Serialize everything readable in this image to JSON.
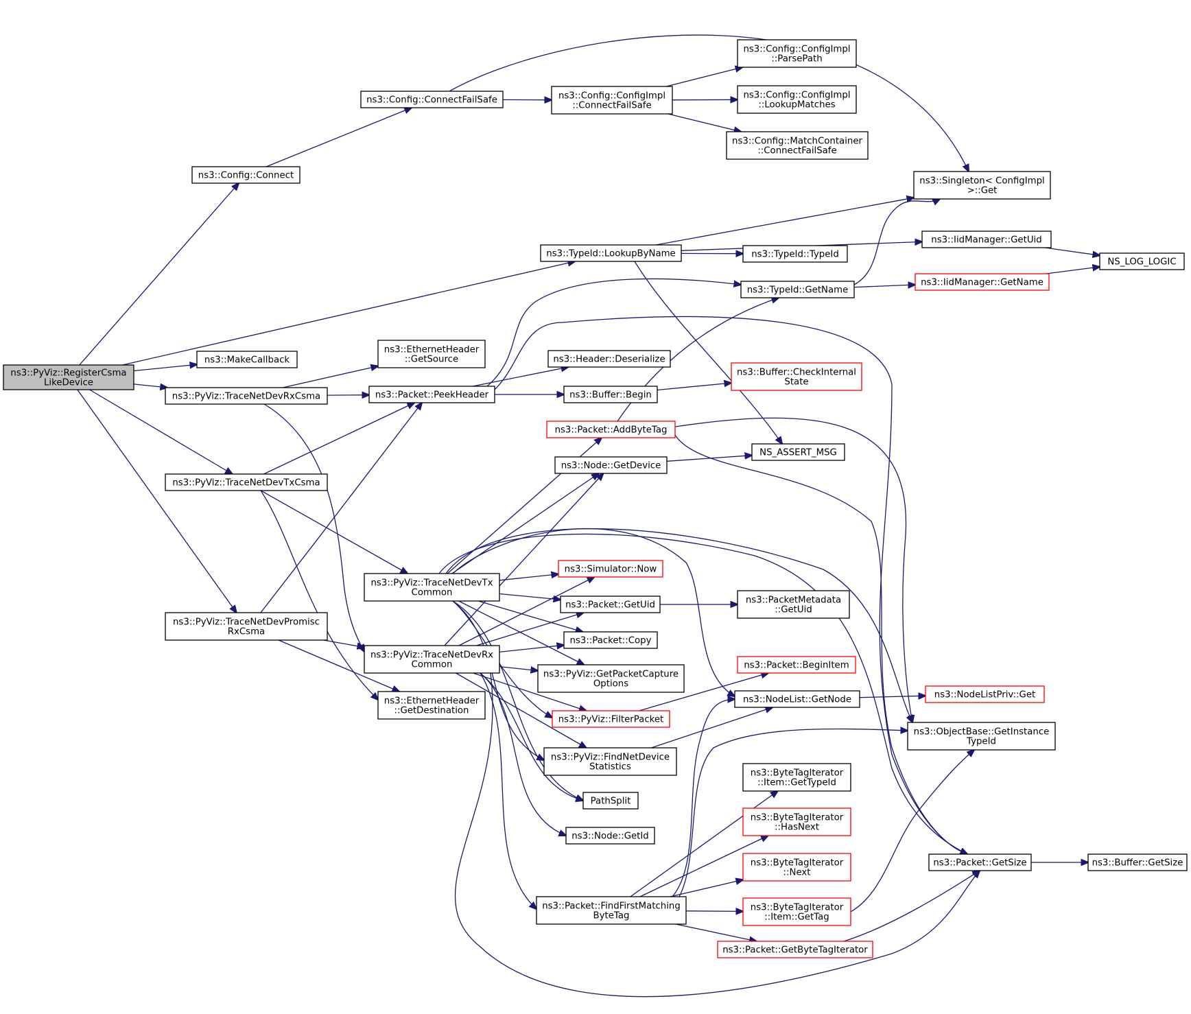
{
  "colors": {
    "edge": "#191970",
    "node_border": "#000000",
    "node_border_truncated": "#ff0000",
    "root_fill": "#bfbfbf"
  },
  "nodes": [
    {
      "id": "n0",
      "lines": [
        "ns3::PyViz::RegisterCsma",
        "LikeDevice"
      ],
      "root": true
    },
    {
      "id": "n1",
      "lines": [
        "ns3::Config::Connect"
      ]
    },
    {
      "id": "n2",
      "lines": [
        "ns3::Config::ConnectFailSafe"
      ]
    },
    {
      "id": "n3",
      "lines": [
        "ns3::Config::ConfigImpl",
        "::ConnectFailSafe"
      ]
    },
    {
      "id": "n4",
      "lines": [
        "ns3::Config::ConfigImpl",
        "::ParsePath"
      ]
    },
    {
      "id": "n5",
      "lines": [
        "ns3::Config::ConfigImpl",
        "::LookupMatches"
      ]
    },
    {
      "id": "n6",
      "lines": [
        "ns3::Config::MatchContainer",
        "::ConnectFailSafe"
      ]
    },
    {
      "id": "n7",
      "lines": [
        "ns3::Singleton< ConfigImpl",
        " >::Get"
      ]
    },
    {
      "id": "n8",
      "lines": [
        "ns3::TypeId::LookupByName"
      ]
    },
    {
      "id": "n9",
      "lines": [
        "ns3::IidManager::GetUid"
      ]
    },
    {
      "id": "n10",
      "lines": [
        "ns3::TypeId::TypeId"
      ]
    },
    {
      "id": "n11",
      "lines": [
        "NS_LOG_LOGIC"
      ]
    },
    {
      "id": "n12",
      "lines": [
        "ns3::TypeId::GetName"
      ]
    },
    {
      "id": "n13",
      "lines": [
        "ns3::IidManager::GetName"
      ],
      "red": true
    },
    {
      "id": "n14",
      "lines": [
        "ns3::MakeCallback"
      ]
    },
    {
      "id": "n15",
      "lines": [
        "ns3::EthernetHeader",
        "::GetSource"
      ]
    },
    {
      "id": "n16",
      "lines": [
        "ns3::Header::Deserialize"
      ]
    },
    {
      "id": "n17",
      "lines": [
        "ns3::PyViz::TraceNetDevRxCsma"
      ]
    },
    {
      "id": "n18",
      "lines": [
        "ns3::Packet::PeekHeader"
      ]
    },
    {
      "id": "n19",
      "lines": [
        "ns3::Buffer::Begin"
      ]
    },
    {
      "id": "n20",
      "lines": [
        "ns3::Buffer::CheckInternal",
        "State"
      ],
      "red": true
    },
    {
      "id": "n21",
      "lines": [
        "ns3::Packet::AddByteTag"
      ],
      "red": true
    },
    {
      "id": "n22",
      "lines": [
        "ns3::PyViz::TraceNetDevTxCsma"
      ]
    },
    {
      "id": "n23",
      "lines": [
        "ns3::Node::GetDevice"
      ]
    },
    {
      "id": "n24",
      "lines": [
        "NS_ASSERT_MSG"
      ]
    },
    {
      "id": "n25",
      "lines": [
        "ns3::PyViz::TraceNetDevTx",
        "Common"
      ]
    },
    {
      "id": "n26",
      "lines": [
        "ns3::Simulator::Now"
      ],
      "red": true
    },
    {
      "id": "n27",
      "lines": [
        "ns3::Packet::GetUid"
      ]
    },
    {
      "id": "n28",
      "lines": [
        "ns3::PacketMetadata",
        "::GetUid"
      ]
    },
    {
      "id": "n29",
      "lines": [
        "ns3::PyViz::TraceNetDevPromisc",
        "RxCsma"
      ]
    },
    {
      "id": "n30",
      "lines": [
        "ns3::Packet::Copy"
      ]
    },
    {
      "id": "n31",
      "lines": [
        "ns3::PyViz::TraceNetDevRx",
        "Common"
      ]
    },
    {
      "id": "n32",
      "lines": [
        "ns3::PyViz::GetPacketCapture",
        "Options"
      ]
    },
    {
      "id": "n33",
      "lines": [
        "ns3::Packet::BeginItem"
      ],
      "red": true
    },
    {
      "id": "n34",
      "lines": [
        "ns3::EthernetHeader",
        "::GetDestination"
      ]
    },
    {
      "id": "n35",
      "lines": [
        "ns3::NodeList::GetNode"
      ]
    },
    {
      "id": "n36",
      "lines": [
        "ns3::NodeListPriv::Get"
      ],
      "red": true
    },
    {
      "id": "n37",
      "lines": [
        "ns3::PyViz::FilterPacket"
      ],
      "red": true
    },
    {
      "id": "n38",
      "lines": [
        "ns3::ObjectBase::GetInstance",
        "TypeId"
      ]
    },
    {
      "id": "n39",
      "lines": [
        "ns3::PyViz::FindNetDevice",
        "Statistics"
      ]
    },
    {
      "id": "n40",
      "lines": [
        "ns3::ByteTagIterator",
        "::Item::GetTypeId"
      ]
    },
    {
      "id": "n41",
      "lines": [
        "PathSplit"
      ]
    },
    {
      "id": "n42",
      "lines": [
        "ns3::ByteTagIterator",
        "::HasNext"
      ],
      "red": true
    },
    {
      "id": "n43",
      "lines": [
        "ns3::Node::GetId"
      ]
    },
    {
      "id": "n44",
      "lines": [
        "ns3::ByteTagIterator",
        "::Next"
      ],
      "red": true
    },
    {
      "id": "n45",
      "lines": [
        "ns3::Packet::GetSize"
      ]
    },
    {
      "id": "n46",
      "lines": [
        "ns3::Buffer::GetSize"
      ]
    },
    {
      "id": "n47",
      "lines": [
        "ns3::Packet::FindFirstMatching",
        "ByteTag"
      ]
    },
    {
      "id": "n48",
      "lines": [
        "ns3::ByteTagIterator",
        "::Item::GetTag"
      ],
      "red": true
    },
    {
      "id": "n49",
      "lines": [
        "ns3::Packet::GetByteTagIterator"
      ],
      "red": true
    }
  ],
  "edges": [
    [
      "n0",
      "n1"
    ],
    [
      "n0",
      "n8"
    ],
    [
      "n0",
      "n14"
    ],
    [
      "n0",
      "n17"
    ],
    [
      "n0",
      "n22"
    ],
    [
      "n0",
      "n29"
    ],
    [
      "n1",
      "n2"
    ],
    [
      "n2",
      "n3"
    ],
    [
      "n2",
      "n7"
    ],
    [
      "n3",
      "n4"
    ],
    [
      "n3",
      "n5"
    ],
    [
      "n3",
      "n6"
    ],
    [
      "n8",
      "n7"
    ],
    [
      "n8",
      "n9"
    ],
    [
      "n8",
      "n10"
    ],
    [
      "n8",
      "n24"
    ],
    [
      "n9",
      "n11"
    ],
    [
      "n12",
      "n7"
    ],
    [
      "n12",
      "n13"
    ],
    [
      "n13",
      "n11"
    ],
    [
      "n17",
      "n15"
    ],
    [
      "n17",
      "n18"
    ],
    [
      "n17",
      "n31"
    ],
    [
      "n18",
      "n12"
    ],
    [
      "n18",
      "n16"
    ],
    [
      "n18",
      "n19"
    ],
    [
      "n18",
      "n45"
    ],
    [
      "n19",
      "n20"
    ],
    [
      "n21",
      "n12"
    ],
    [
      "n21",
      "n38"
    ],
    [
      "n21",
      "n45"
    ],
    [
      "n22",
      "n18"
    ],
    [
      "n22",
      "n25"
    ],
    [
      "n22",
      "n34"
    ],
    [
      "n23",
      "n24"
    ],
    [
      "n25",
      "n21"
    ],
    [
      "n25",
      "n23"
    ],
    [
      "n25",
      "n26"
    ],
    [
      "n25",
      "n27"
    ],
    [
      "n25",
      "n30"
    ],
    [
      "n25",
      "n32"
    ],
    [
      "n25",
      "n35"
    ],
    [
      "n25",
      "n37"
    ],
    [
      "n25",
      "n38"
    ],
    [
      "n25",
      "n39"
    ],
    [
      "n25",
      "n41"
    ],
    [
      "n25",
      "n45"
    ],
    [
      "n27",
      "n28"
    ],
    [
      "n29",
      "n18"
    ],
    [
      "n29",
      "n31"
    ],
    [
      "n29",
      "n34"
    ],
    [
      "n31",
      "n23"
    ],
    [
      "n31",
      "n26"
    ],
    [
      "n31",
      "n27"
    ],
    [
      "n31",
      "n30"
    ],
    [
      "n31",
      "n32"
    ],
    [
      "n31",
      "n37"
    ],
    [
      "n31",
      "n39"
    ],
    [
      "n31",
      "n41"
    ],
    [
      "n31",
      "n43"
    ],
    [
      "n31",
      "n47"
    ],
    [
      "n31",
      "n45"
    ],
    [
      "n35",
      "n36"
    ],
    [
      "n37",
      "n33"
    ],
    [
      "n39",
      "n35"
    ],
    [
      "n45",
      "n46"
    ],
    [
      "n47",
      "n35"
    ],
    [
      "n47",
      "n38"
    ],
    [
      "n47",
      "n40"
    ],
    [
      "n47",
      "n42"
    ],
    [
      "n47",
      "n44"
    ],
    [
      "n47",
      "n48"
    ],
    [
      "n47",
      "n49"
    ],
    [
      "n48",
      "n38"
    ],
    [
      "n49",
      "n45"
    ]
  ]
}
